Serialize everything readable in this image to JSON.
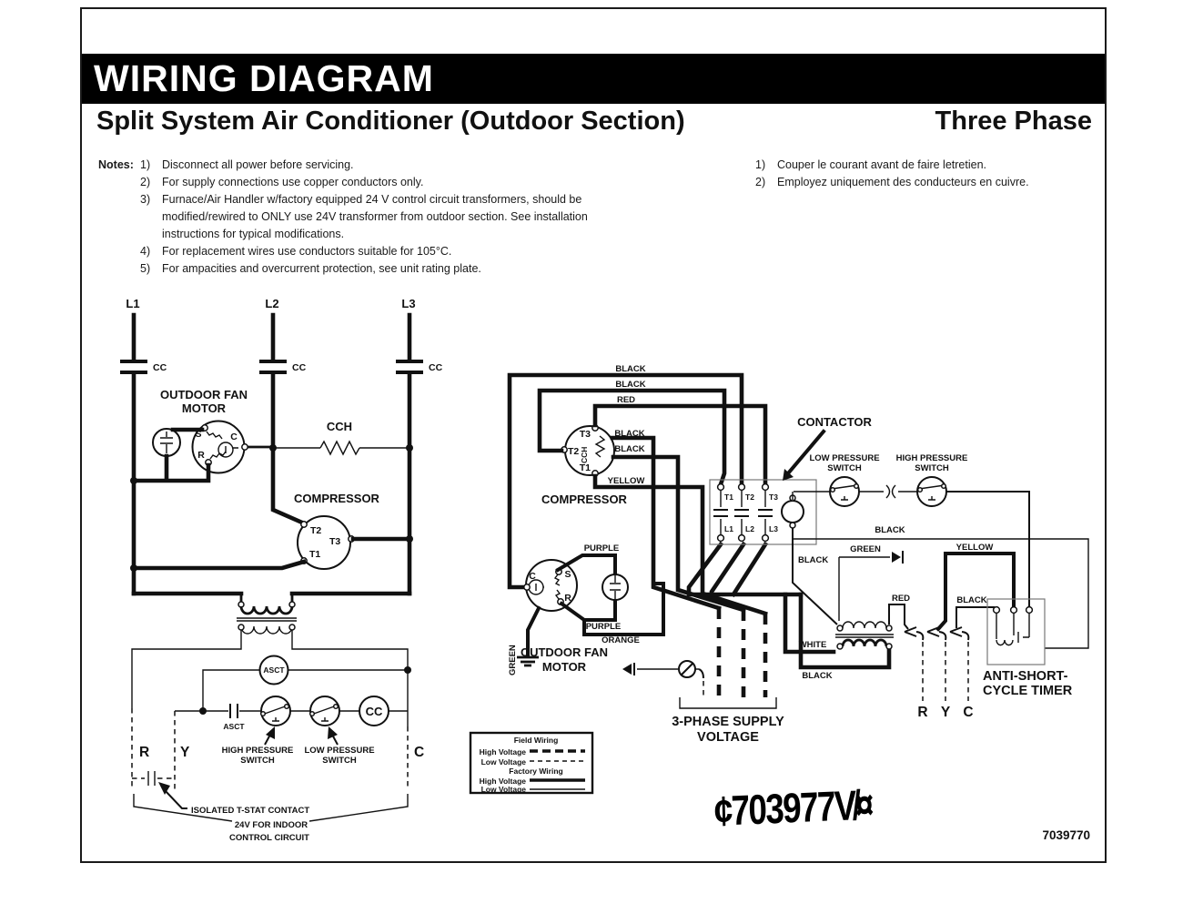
{
  "header": {
    "title": "WIRING DIAGRAM",
    "subtitle": "Split System Air Conditioner (Outdoor Section)",
    "phase": "Three Phase"
  },
  "notes": {
    "label": "Notes:",
    "items": [
      {
        "num": "1)",
        "lines": [
          "Disconnect all power before servicing."
        ]
      },
      {
        "num": "2)",
        "lines": [
          "For supply connections use copper conductors only."
        ]
      },
      {
        "num": "3)",
        "lines": [
          "Furnace/Air Handler w/factory equipped 24 V control circuit transformers, should be",
          "modified/rewired to ONLY use 24V transformer from outdoor section. See installation",
          "instructions for typical modifications."
        ]
      },
      {
        "num": "4)",
        "lines": [
          "For replacement wires use conductors suitable for 105°C."
        ]
      },
      {
        "num": "5)",
        "lines": [
          "For ampacities and overcurrent protection, see unit rating plate."
        ]
      }
    ],
    "french": [
      {
        "num": "1)",
        "text": "Couper le courant avant de faire letretien."
      },
      {
        "num": "2)",
        "text": "Employez uniquement des conducteurs en cuivre."
      }
    ]
  },
  "wires": {
    "black": "BLACK",
    "red": "RED",
    "yellow": "YELLOW",
    "green": "GREEN",
    "white": "WHITE",
    "purple": "PURPLE",
    "orange": "ORANGE"
  },
  "terms": {
    "l1": "L1",
    "l2": "L2",
    "l3": "L3",
    "t1": "T1",
    "t2": "T2",
    "t3": "T3",
    "r": "R",
    "y": "Y",
    "c": "C",
    "s": "S",
    "cc": "CC",
    "cch": "CCH",
    "asct": "ASCT"
  },
  "labels": {
    "outdoor_fan": "OUTDOOR FAN",
    "motor": "MOTOR",
    "compressor": "COMPRESSOR",
    "contactor": "CONTACTOR",
    "low_pressure": "LOW PRESSURE",
    "high_pressure": "HIGH PRESSURE",
    "switch": "SWITCH",
    "isolated_tstat": "ISOLATED T-STAT CONTACT",
    "v24_1": "24V FOR INDOOR",
    "v24_2": "CONTROL CIRCUIT",
    "three_phase_1": "3-PHASE SUPPLY",
    "three_phase_2": "VOLTAGE",
    "anti_short_1": "ANTI-SHORT-",
    "anti_short_2": "CYCLE TIMER"
  },
  "legend": {
    "field": "Field Wiring",
    "factory": "Factory Wiring",
    "high": "High Voltage",
    "low": "Low Voltage"
  },
  "footer": {
    "stamp": "¢703977V̸¤",
    "part_number": "7039770"
  }
}
